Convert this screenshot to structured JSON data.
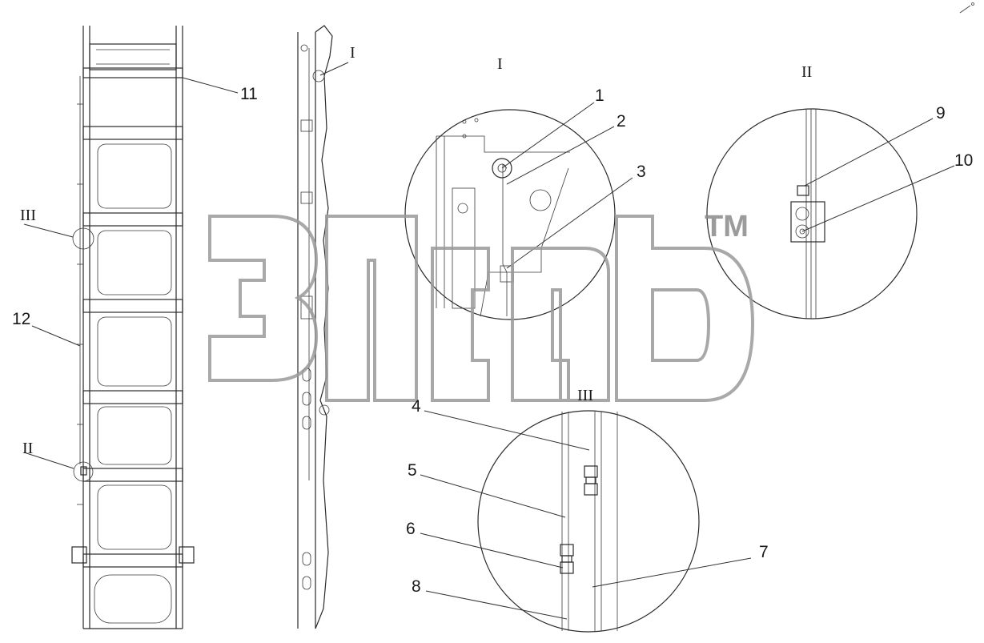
{
  "callouts": {
    "c1": "1",
    "c2": "2",
    "c3": "3",
    "c4": "4",
    "c5": "5",
    "c6": "6",
    "c7": "7",
    "c8": "8",
    "c9": "9",
    "c10": "10",
    "c11": "11",
    "c12": "12"
  },
  "views": {
    "detail_1_title": "I",
    "detail_2_title": "II",
    "detail_3_title": "III",
    "marker_1": "I",
    "marker_2": "II",
    "marker_3": "III"
  },
  "watermark": {
    "tm": "TM"
  },
  "colors": {
    "line": "#2a2a2a",
    "watermark": "#9a9a9a"
  }
}
